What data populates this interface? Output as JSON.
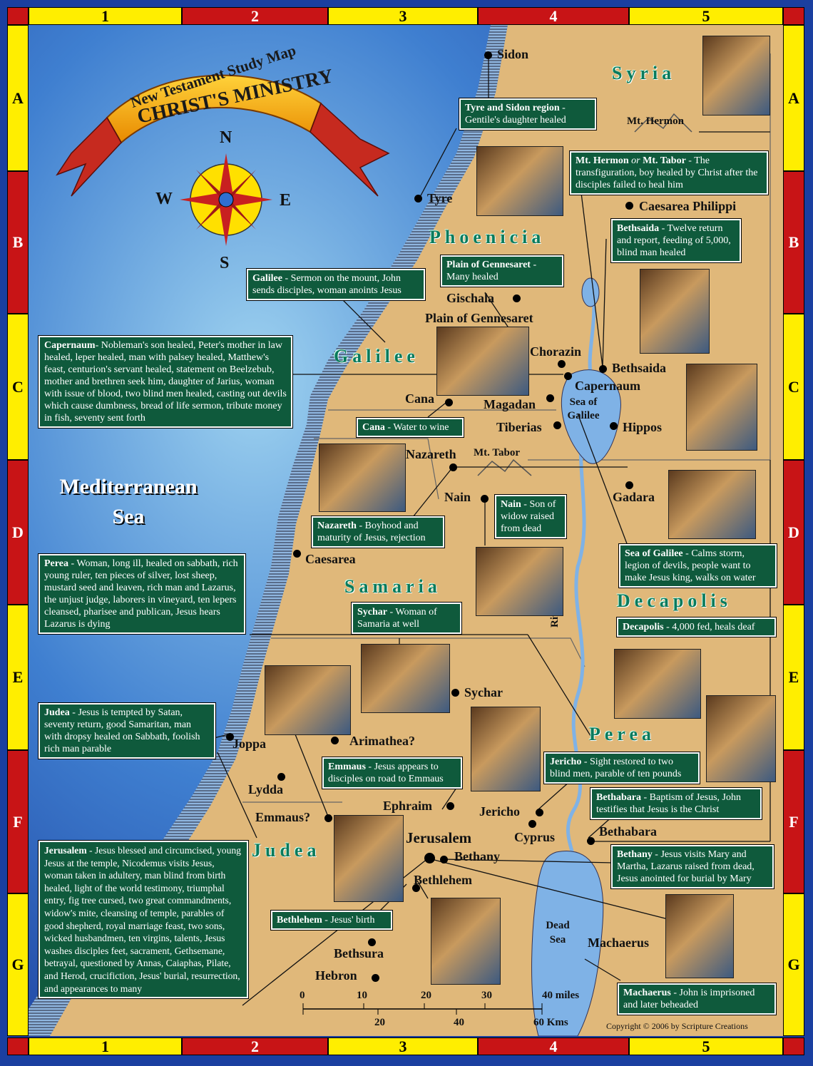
{
  "grid": {
    "columns": [
      "1",
      "2",
      "3",
      "4",
      "5"
    ],
    "rows": [
      "A",
      "B",
      "C",
      "D",
      "E",
      "F",
      "G"
    ]
  },
  "banner": {
    "line1": "New Testament Study Map",
    "line2": "CHRIST'S MINISTRY"
  },
  "compass": {
    "n": "N",
    "s": "S",
    "e": "E",
    "w": "W"
  },
  "sea": {
    "line1": "Mediterranean",
    "line2": "Sea"
  },
  "regions": {
    "syria": "Syria",
    "phoenicia": "Phoenicia",
    "galilee": "Galilee",
    "samaria": "Samaria",
    "decapolis": "Decapolis",
    "perea": "Perea",
    "judea": "Judea"
  },
  "places": {
    "sidon": "Sidon",
    "tyre": "Tyre",
    "hermon": "Mt. Hermon",
    "caesarea_philippi": "Caesarea Philippi",
    "gischala": "Gischala",
    "gennesaret": "Plain of Gennesaret",
    "chorazin": "Chorazin",
    "bethsaida": "Bethsaida",
    "capernaum": "Capernaum",
    "cana": "Cana",
    "magadan": "Magadan",
    "tiberias": "Tiberias",
    "sea_galilee": "Sea of Galilee",
    "hippos": "Hippos",
    "nazareth": "Nazareth",
    "tabor": "Mt. Tabor",
    "nain": "Nain",
    "gadara": "Gadara",
    "caesarea": "Caesarea",
    "sychar": "Sychar",
    "joppa": "Joppa",
    "arimathea": "Arimathea?",
    "lydda": "Lydda",
    "emmaus": "Emmaus?",
    "ephraim": "Ephraim",
    "jericho": "Jericho",
    "cyprus": "Cyprus",
    "jerusalem": "Jerusalem",
    "bethany": "Bethany",
    "bethabara": "Bethabara",
    "bethlehem": "Bethlehem",
    "dead_sea": "Dead Sea",
    "machaerus": "Machaerus",
    "bethsura": "Bethsura",
    "hebron": "Hebron",
    "jordan": "River Jordan"
  },
  "boxes": {
    "tyre_sidon": {
      "title": "Tyre and Sidon region",
      "text": " - Gentile's daughter healed"
    },
    "transfig": {
      "title": "Mt. Hermon",
      "or": " or ",
      "title2": "Mt. Tabor",
      "text": " - The transfiguration, boy healed by Christ after the disciples failed to heal him"
    },
    "bethsaida": {
      "title": "Bethsaida",
      "text": " - Twelve return and report, feeding of 5,000, blind man healed"
    },
    "gennesaret": {
      "title": "Plain of Gennesaret",
      "text": " - Many healed"
    },
    "galilee": {
      "title": "Galilee",
      "text": " - Sermon on the mount, John sends disciples, woman anoints Jesus"
    },
    "capernaum": {
      "title": "Capernaum",
      "text": "- Nobleman's son healed, Peter's mother in law healed, leper healed, man with palsey healed, Matthew's feast, centurion's servant healed, statement on Beelzebub, mother and brethren seek him, daughter of Jarius, woman with issue of blood, two blind men healed, casting out devils which cause dumbness, bread of life sermon, tribute money in fish, seventy sent forth"
    },
    "cana": {
      "title": "Cana",
      "text": " - Water to wine"
    },
    "nazareth": {
      "title": "Nazareth",
      "text": " - Boyhood and maturity of Jesus, rejection"
    },
    "nain": {
      "title": "Nain",
      "text": " - Son of widow raised from dead"
    },
    "sea_galilee": {
      "title": "Sea of Galilee",
      "text": " - Calms storm, legion of devils, people want to make Jesus king, walks on water"
    },
    "perea": {
      "title": "Perea",
      "text": " - Woman, long ill, healed on sabbath, rich young ruler, ten pieces of silver, lost sheep, mustard seed and leaven, rich man and Lazarus, the unjust judge, laborers in vineyard, ten lepers cleansed, pharisee and publican, Jesus hears Lazarus is dying"
    },
    "sychar": {
      "title": "Sychar",
      "text": " - Woman of Samaria at well"
    },
    "decapolis": {
      "title": "Decapolis",
      "text": " - 4,000 fed, heals deaf"
    },
    "judea": {
      "title": "Judea",
      "text": " - Jesus is tempted by Satan, seventy return, good Samaritan, man with dropsy healed on Sabbath, foolish rich man parable"
    },
    "emmaus": {
      "title": "Emmaus",
      "text": " - Jesus appears to disciples on road to Emmaus"
    },
    "jericho": {
      "title": "Jericho",
      "text": " - Sight restored to two blind men, parable of ten pounds"
    },
    "bethabara": {
      "title": "Bethabara",
      "text": " - Baptism of Jesus, John testifies that Jesus is the Christ"
    },
    "bethany": {
      "title": "Bethany",
      "text": " - Jesus visits Mary and Martha, Lazarus raised from dead, Jesus anointed for burial by Mary"
    },
    "jerusalem": {
      "title": "Jerusalem",
      "text": " - Jesus blessed and circumcised, young Jesus at the temple, Nicodemus visits Jesus, woman taken in adultery, man blind from birth healed, light of the world testimony, triumphal entry, fig tree cursed, two great commandments, widow's mite, cleansing of temple, parables of good shepherd, royal marriage feast, two sons, wicked husbandmen, ten virgins, talents, Jesus washes disciples feet, sacrament, Gethsemane, betrayal, questioned by Annas, Caiaphas, Pilate, and Herod, crucifiction, Jesus' burial, resurrection, and appearances to many"
    },
    "bethlehem": {
      "title": "Bethlehem",
      "text": " - Jesus' birth"
    },
    "machaerus": {
      "title": "Machaerus",
      "text": " - John is imprisoned and later beheaded"
    }
  },
  "scale": {
    "miles": [
      "0",
      "10",
      "20",
      "30",
      "40 miles"
    ],
    "kms": [
      "20",
      "40",
      "60 Kms"
    ]
  },
  "copyright": "Copyright © 2006 by Scripture Creations"
}
